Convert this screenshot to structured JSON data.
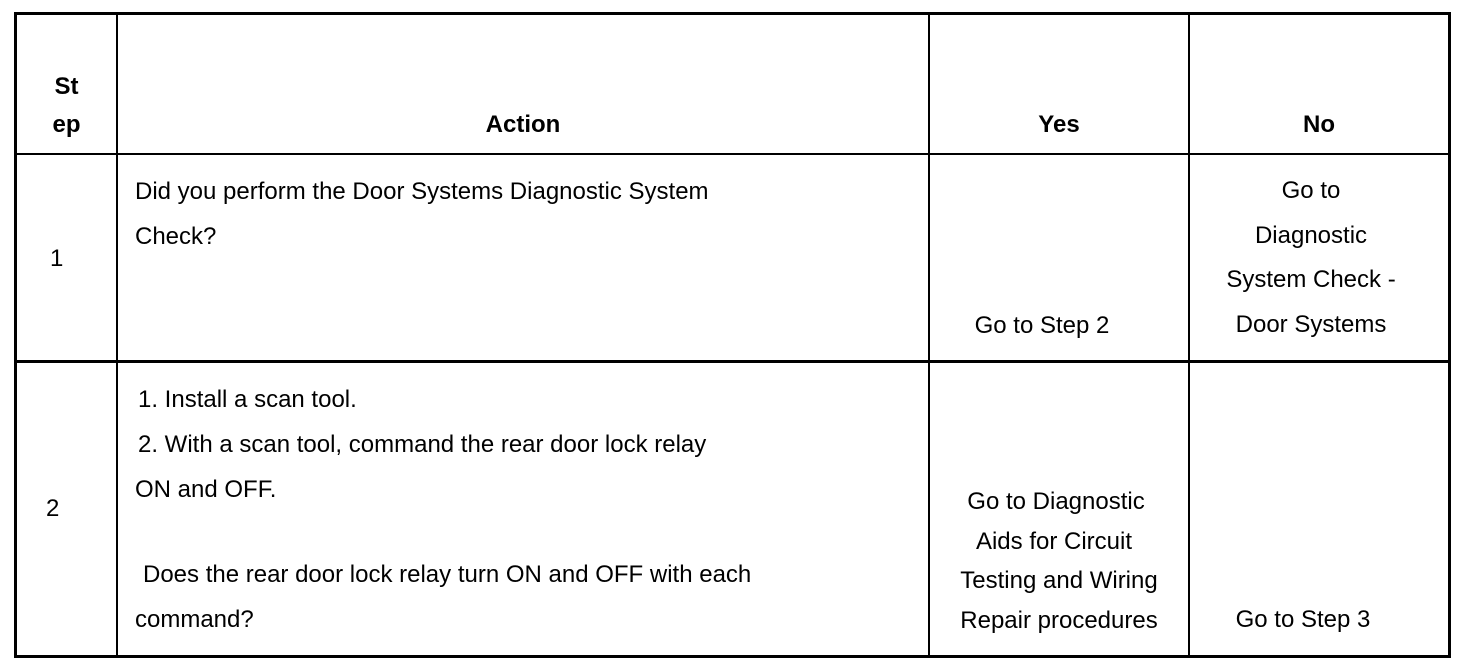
{
  "table": {
    "headers": {
      "step_line1": "St",
      "step_line2": "ep",
      "action": "Action",
      "yes": "Yes",
      "no": "No"
    },
    "rows": [
      {
        "step": "1",
        "action_lines": [
          "Did you perform the Door Systems Diagnostic System",
          "Check?"
        ],
        "yes_lines": [
          "Go to Step 2"
        ],
        "no_lines": [
          "Go to",
          "Diagnostic",
          "System Check -",
          "Door Systems"
        ]
      },
      {
        "step": "2",
        "action_lines": [
          "1.   Install a scan tool.",
          "2.   With a scan tool, command the rear door lock relay",
          "ON and OFF.",
          "Does the rear door lock relay turn ON and OFF with each",
          "command?"
        ],
        "yes_lines": [
          "Go to Diagnostic",
          "Aids for Circuit",
          "Testing and Wiring",
          "Repair procedures"
        ],
        "no_lines": [
          "Go to Step 3"
        ]
      }
    ]
  }
}
